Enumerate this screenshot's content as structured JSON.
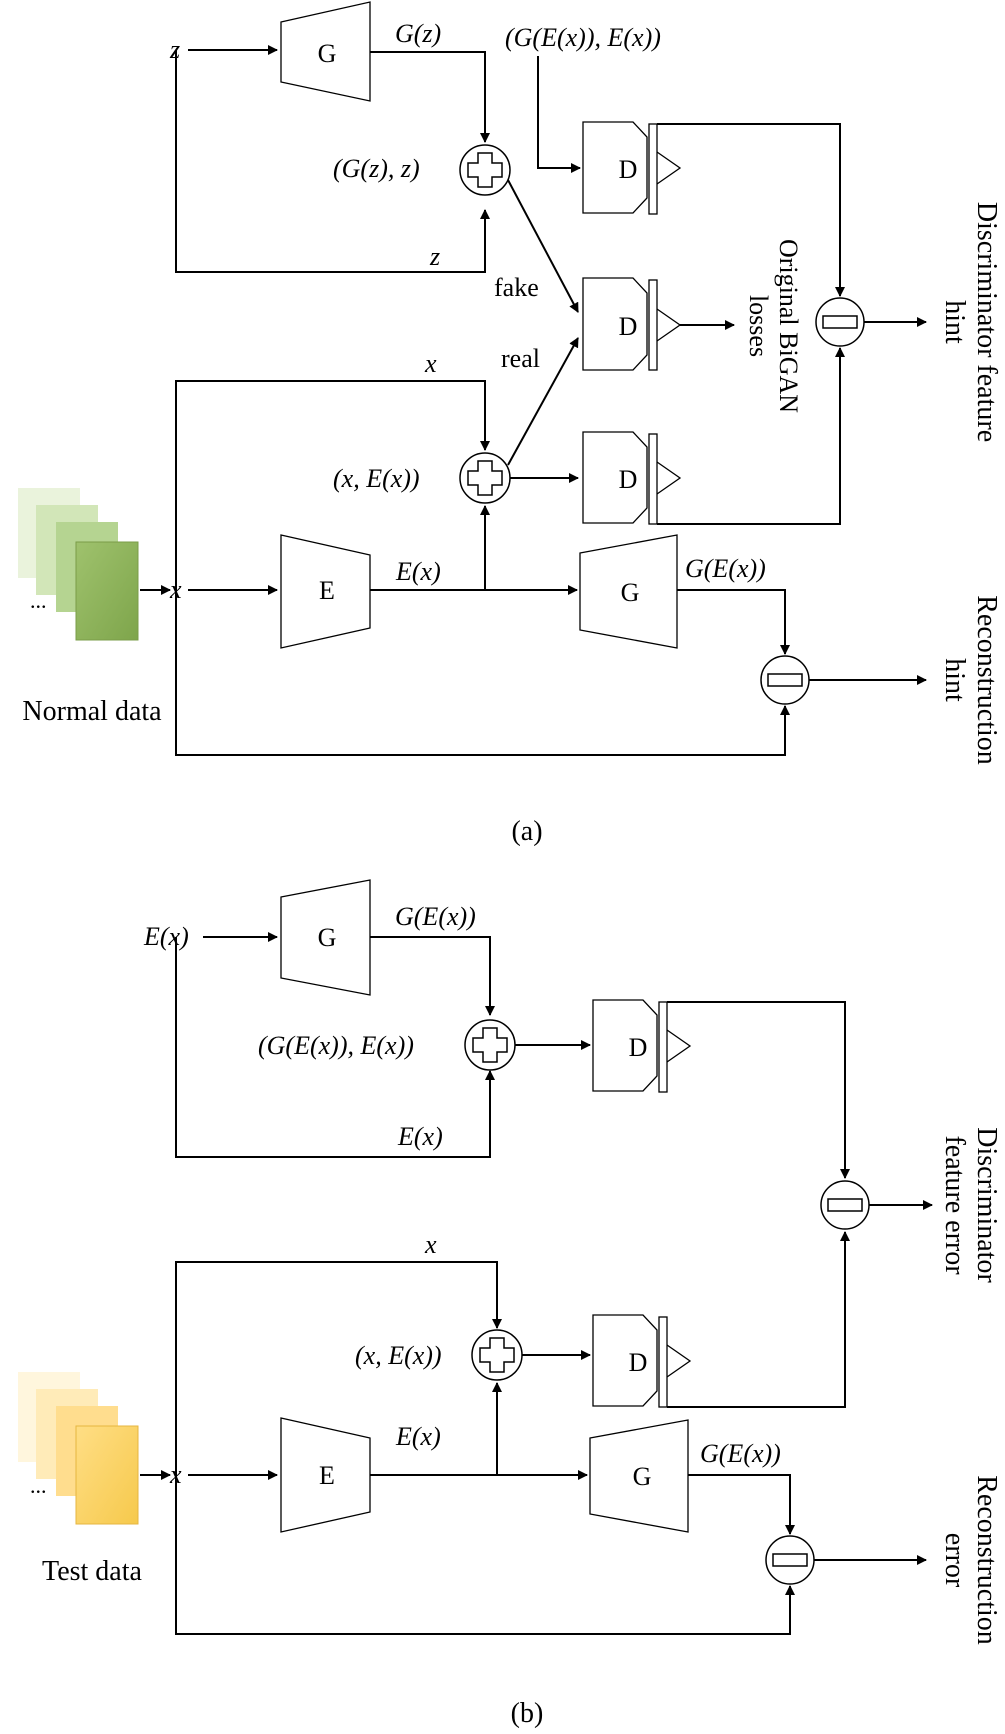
{
  "panel_a": {
    "caption": "(a)",
    "inputs": {
      "z": "z",
      "x": "x"
    },
    "dataset_label": "Normal data",
    "generator": "G",
    "encoder": "E",
    "discriminator": "D",
    "sum_symbol": "+",
    "diff_symbol": "−",
    "edges": {
      "g_z": "G(z)",
      "z_branch": "z",
      "pair_fake": "(G(z), z)",
      "pair_recon": "(G(E(x)), E(x))",
      "fake": "fake",
      "real": "real",
      "x_branch": "x",
      "pair_real": "(x, E(x))",
      "e_x": "E(x)",
      "g_e_x": "G(E(x))"
    },
    "losses": [
      "Original BiGAN",
      "losses"
    ],
    "outputs": {
      "feature_hint": [
        "Discriminator feature",
        "hint"
      ],
      "recon_hint": [
        "Reconstruction",
        "hint"
      ]
    }
  },
  "panel_b": {
    "caption": "(b)",
    "inputs": {
      "e_x": "E(x)",
      "x": "x"
    },
    "dataset_label": "Test data",
    "generator": "G",
    "encoder": "E",
    "discriminator": "D",
    "sum_symbol": "+",
    "diff_symbol": "−",
    "edges": {
      "g_e_x_top": "G(E(x))",
      "pair_recon": "(G(E(x)), E(x))",
      "e_x_branch": "E(x)",
      "x_branch": "x",
      "pair_real": "(x, E(x))",
      "e_x": "E(x)",
      "g_e_x": "G(E(x))"
    },
    "outputs": {
      "feature_error": [
        "Discriminator",
        "feature error"
      ],
      "recon_error": [
        "Reconstruction",
        "error"
      ]
    }
  },
  "colors": {
    "normal_data": [
      "#eaf3dc",
      "#d2e6b8",
      "#b5d491",
      "#8db35c"
    ],
    "test_data": [
      "#fff6dd",
      "#ffebb8",
      "#ffdd8e",
      "#f9d060"
    ]
  },
  "icons": {
    "normal_data": "stacked-pages-icon",
    "test_data": "stacked-pages-icon"
  }
}
